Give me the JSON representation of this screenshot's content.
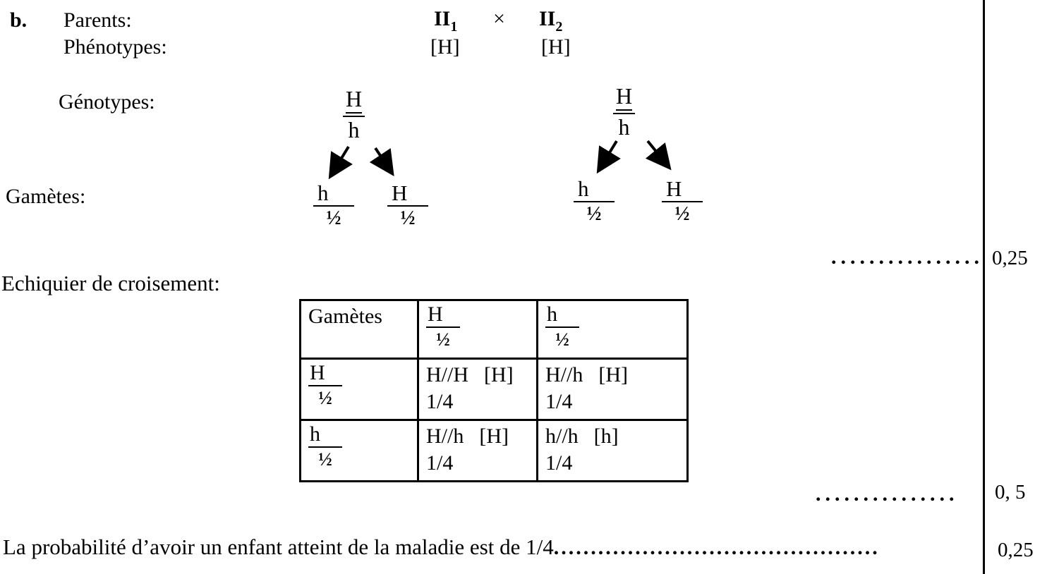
{
  "question_label": "b.",
  "labels": {
    "parents": "Parents:",
    "phenotypes": "Phénotypes:",
    "genotypes": "Génotypes:",
    "gametes": "Gamètes:",
    "cross_board": "Echiquier de croisement:"
  },
  "parents": {
    "p1_name": "II",
    "p1_sub": "1",
    "cross_symbol": "×",
    "p2_name": "II",
    "p2_sub": "2",
    "p1_phenotype": "[H]",
    "p2_phenotype": "[H]"
  },
  "genotypes": {
    "p1_top": "H",
    "p1_bottom": "h",
    "p2_top": "H",
    "p2_bottom": "h"
  },
  "gametes": {
    "p1": [
      {
        "allele": "h",
        "freq": "½"
      },
      {
        "allele": "H",
        "freq": "½"
      }
    ],
    "p2": [
      {
        "allele": "h",
        "freq": "½"
      },
      {
        "allele": "H",
        "freq": "½"
      }
    ]
  },
  "table": {
    "corner": "Gamètes",
    "col_headers": [
      {
        "allele": "H",
        "freq": "½"
      },
      {
        "allele": "h",
        "freq": "½"
      }
    ],
    "row_headers": [
      {
        "allele": "H",
        "freq": "½"
      },
      {
        "allele": "h",
        "freq": "½"
      }
    ],
    "cells": [
      [
        {
          "genotype": "H//H",
          "phenotype": "[H]",
          "prob": "1/4"
        },
        {
          "genotype": "H//h",
          "phenotype": "[H]",
          "prob": "1/4"
        }
      ],
      [
        {
          "genotype": "H//h",
          "phenotype": "[H]",
          "prob": "1/4"
        },
        {
          "genotype": "h//h",
          "phenotype": "[h]",
          "prob": "1/4"
        }
      ]
    ]
  },
  "marks": {
    "m1_leader": "................",
    "m1_value": "0,25",
    "m2_leader": "...............",
    "m2_value": "0, 5",
    "m3_value": "0,25"
  },
  "conclusion": {
    "text": "La probabilité d’avoir un enfant atteint de la maladie est de 1/4",
    "dots": "............................................"
  },
  "colors": {
    "ink": "#000000",
    "paper": "#ffffff"
  }
}
